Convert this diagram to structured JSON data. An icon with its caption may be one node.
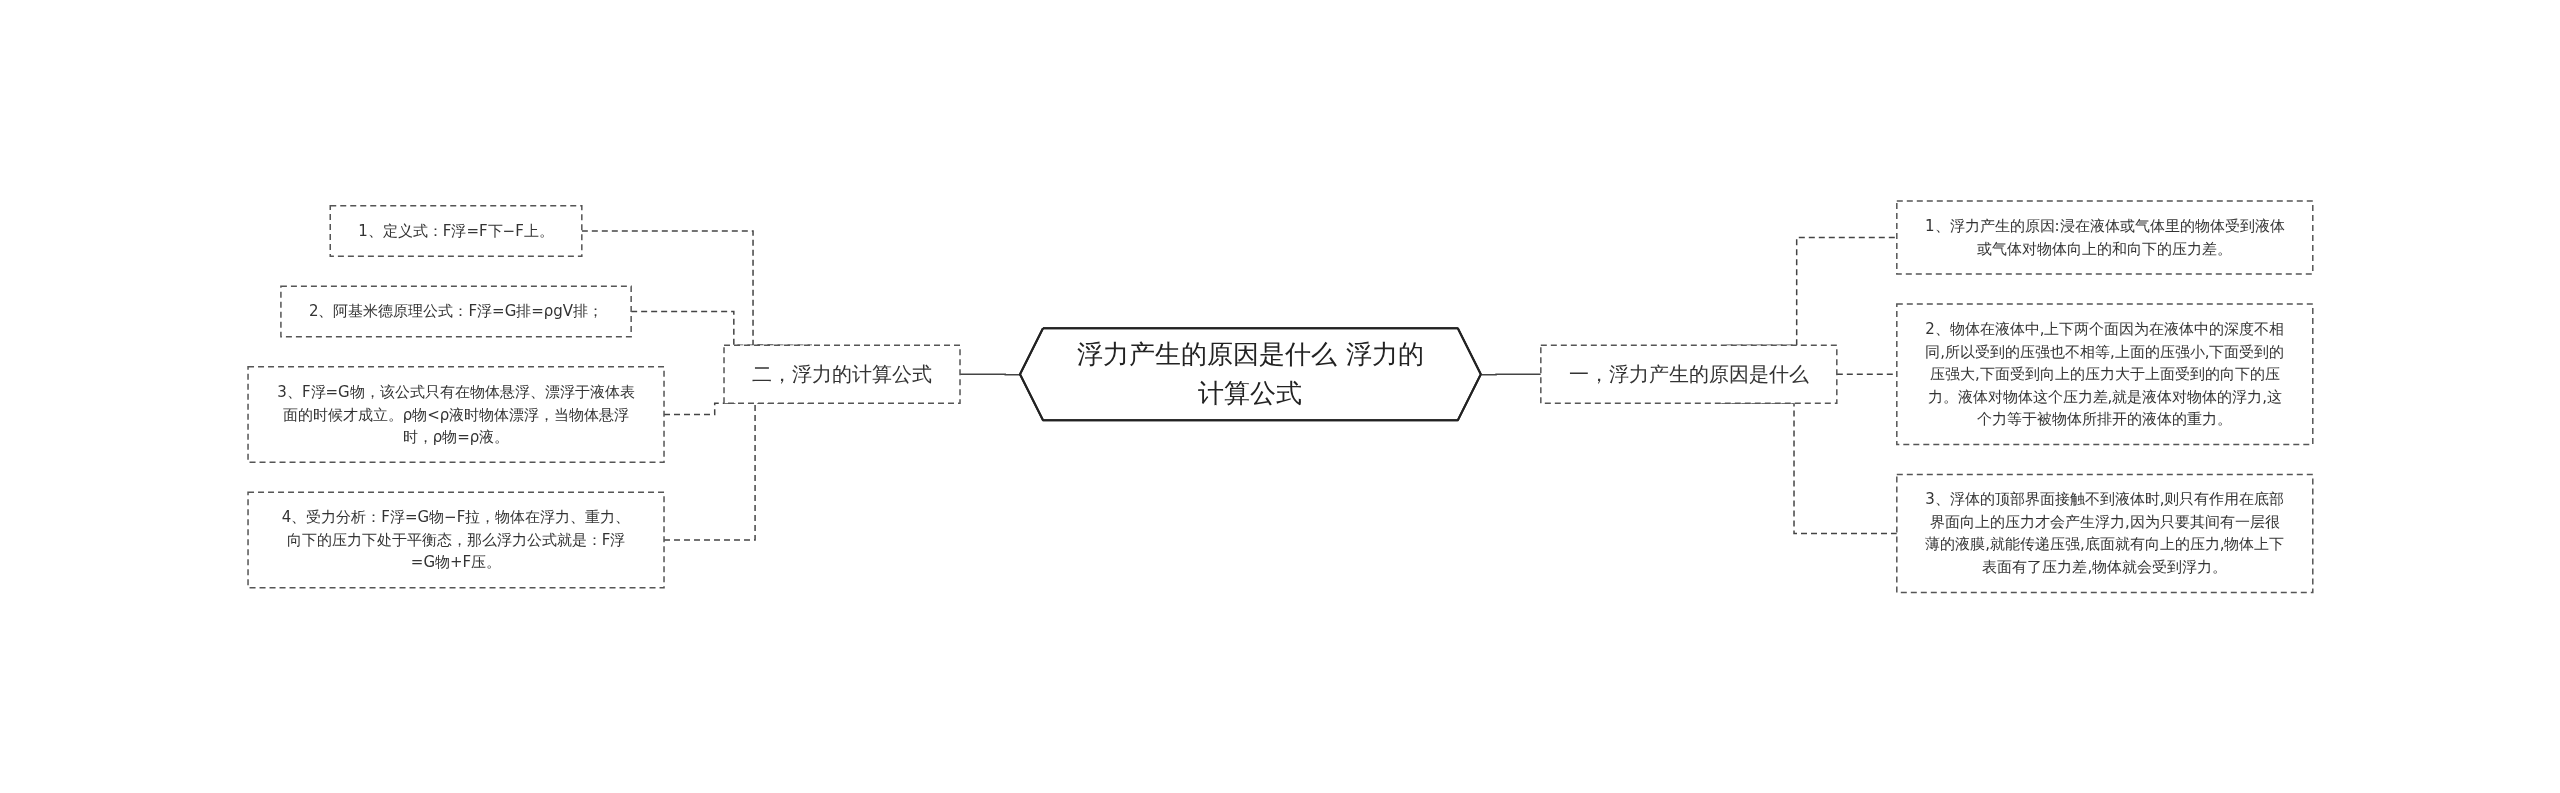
{
  "diagram": {
    "nodes": [
      {
        "text": [
          "浮力产生的原因是什么 浮力的计算公式"
        ]
      },
      {
        "text": [
          "二，浮力的计算公式"
        ]
      },
      {
        "text": [
          "1、定义式：F浮=F下−F上。"
        ]
      },
      {
        "text": [
          "2、阿基米德原理公式：F浮=G排=ρgV排；"
        ]
      },
      {
        "text": [
          "3、F浮=G物，该公式只有在物体悬浮、漂浮于液体表面的时候才成立。ρ物<ρ液时物体漂浮，当物体悬浮时，ρ物=ρ液。"
        ]
      },
      {
        "text": [
          "4、受力分析：F浮=G物−F拉，物体在浮力、重力、向下的压力下处于平衡态，那么浮力公式就是：F浮=G物+F压。"
        ]
      },
      {
        "text": [
          "一，浮力产生的原因是什么"
        ]
      },
      {
        "text": [
          "1、浮力产生的原因:浸在液体或气体里的物体受到液体或气体对物体向上的和向下的压力差。"
        ]
      },
      {
        "text": [
          "2、物体在液体中,上下两个面因为在液体中的深度不相同,所以受到的压强也不相等,上面的压强小,下面受到的压强大,下面受到向上的压力大于上面受到的向下的压力。液体对物体这个压力差,就是液体对物体的浮力,这个力等于被物体所排开的液体的重力。"
        ]
      },
      {
        "text": [
          "3、浮体的顶部界面接触不到液体时,则只有作用在底部界面向上的压力才会产生浮力,因为只要其间有一层很薄的液膜,就能传递压强,底面就有向上的压力,物体上下表面有了压力差,物体就会受到浮力。"
        ]
      }
    ],
    "edges": [
      {
        "from": 2,
        "to": 1,
        "arrow": "none",
        "style": "dashed"
      },
      {
        "from": 3,
        "to": 1,
        "arrow": "none",
        "style": "dashed"
      },
      {
        "from": 4,
        "to": 1,
        "arrow": "none",
        "style": "dashed"
      },
      {
        "from": 5,
        "to": 1,
        "arrow": "none",
        "style": "dashed"
      },
      {
        "from": 1,
        "to": 0,
        "arrow": "none"
      },
      {
        "from": 0,
        "to": 6,
        "arrow": "none"
      },
      {
        "from": 6,
        "to": 7,
        "arrow": "none",
        "style": "dashed"
      },
      {
        "from": 6,
        "to": 8,
        "arrow": "none",
        "style": "dashed"
      },
      {
        "from": 6,
        "to": 9,
        "arrow": "none",
        "style": "dashed"
      }
    ]
  }
}
